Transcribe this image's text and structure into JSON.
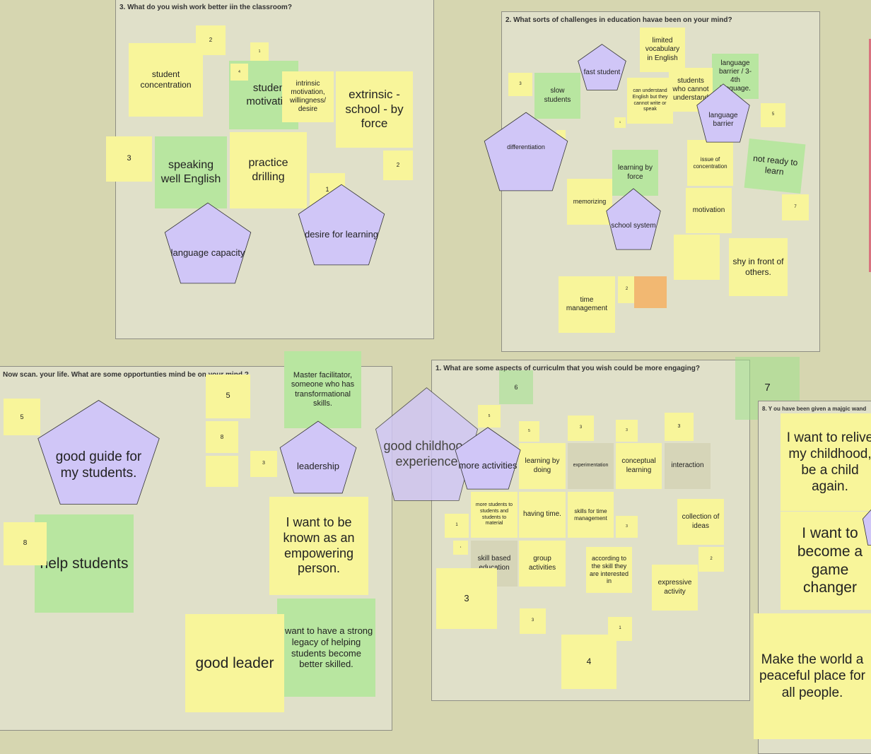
{
  "colors": {
    "background": "#d6d6b0",
    "frame": "#e0e0c9",
    "yellow_note": "#f8f59a",
    "green_note": "#b8e6a0",
    "gray_note": "#d6d5b8",
    "orange_note": "#f2b872",
    "pentagon_fill": "#d0c6f7",
    "pentagon_stroke": "#333333"
  },
  "frames": {
    "f3": "3. What do you wish work better iin the classroom?",
    "f2": "2. What sorts of challenges in education havae been on your mind?",
    "f4": "Now scan. your life. What are some opportunties mind be on your mind ?",
    "f1": "1. What are some aspects of curriculm that you wish could be more engaging?",
    "f8": "8. Y ou have been given a majgic wand"
  },
  "notes": {
    "f3_2a": "2",
    "f3_concentration": "student concentration",
    "f3_1a": "1",
    "f3_4": "4",
    "f3_motivation": "student motivation",
    "f3_intrinsic": "intrinsic motivation, willingness/ desire",
    "f3_extrinsic": "extrinsic - school - by force",
    "f3_3": "3",
    "f3_speaking": "speaking well English",
    "f3_drilling": "practice drilling",
    "f3_1b": "1",
    "f3_2b": "2",
    "f3_p_language": "language capacity",
    "f3_p_desire": "desire for learning",
    "f2_vocab": "limited vocabulary in English",
    "f2_langbarrier": "language barrier / 3-4th language.",
    "f2_p_fast": "fast student",
    "f2_3": "3",
    "f2_slow": "slow students",
    "f2_canunderstand": "can understand English but they cannot write or speak",
    "f2_cannot": "students who cannot understand",
    "f2_p_barrier": "language barrier",
    "f2_5": "5",
    "f2_1": "1",
    "f2_p_diff": "differentiation",
    "f2_byforce": "learning by force",
    "f2_issue": "issue of concentration",
    "f2_notready": "not ready to learn",
    "f2_memorizing": "memorizing",
    "f2_p_school": "school system",
    "f2_motivation": "motivation",
    "f2_7": "7",
    "f2_shy": "shy in front of others.",
    "f2_time": "time management",
    "f2_2": "2",
    "f4_5a": "5",
    "f4_p_guide": "good guide for my students.",
    "f4_5b": "5",
    "f4_8a": "8",
    "f4_3": "3",
    "f4_master": "Master facilitator, someone who has transformational skills.",
    "f4_p_leadership": "leadership",
    "f4_8b": "8",
    "f4_help": "help students",
    "f4_empowering": "I want to be known as an empowering person.",
    "f4_legacy": "I want to have a strong legacy of helping students become better skilled.",
    "f4_leader": "good leader",
    "f1_6": "6",
    "f1_7": "7",
    "f1_5a": "5",
    "f1_p_childhood": "good childhood experience",
    "f1_p_more": "more activities",
    "f1_5b": "5",
    "f1_3a": "3",
    "f1_3b": "3",
    "f1_3c": "3",
    "f1_bydoing": "learning by doing",
    "f1_experimentation": "experimentation",
    "f1_conceptual": "conceptual learning",
    "f1_interaction": "interaction",
    "f1_morestudents": "more students to students and students to material",
    "f1_having": "having time.",
    "f1_skillstime": "skills for time management",
    "f1_3d": "3",
    "f1_collection": "collection of ideas",
    "f1_1a": "1",
    "f1_dot": "1",
    "f1_skillbased": "skill based education",
    "f1_group": "group activities",
    "f1_according": "according to the skill they are interested in",
    "f1_2": "2",
    "f1_expressive": "expressive activity",
    "f1_3big": "3",
    "f1_3e": "3",
    "f1_1b": "1",
    "f1_4": "4",
    "f8_relive": "I want to relive my childhood, be a child again.",
    "f8_gamechanger": "I want to become a game changer",
    "f8_peaceful": "Make the world a peaceful place for all people."
  }
}
